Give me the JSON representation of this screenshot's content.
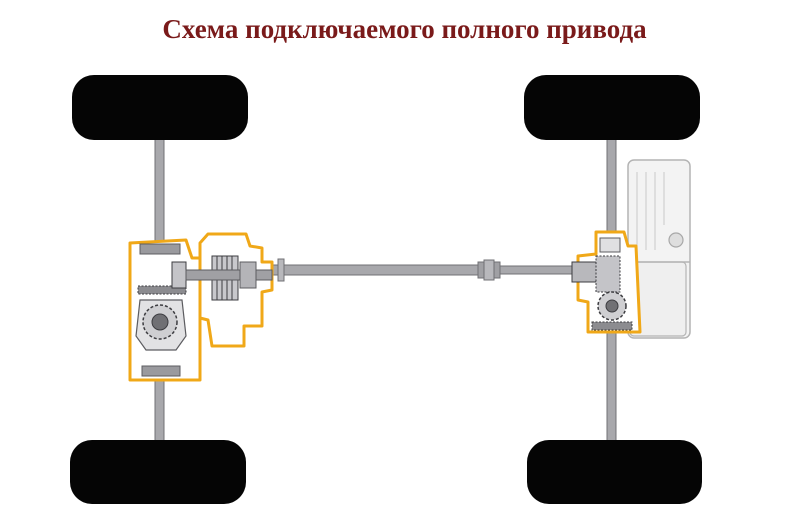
{
  "title": "Схема подключаемого полного привода",
  "colors": {
    "title": "#7a1a1a",
    "wheel": "#050505",
    "housing_outline": "#f0a818",
    "shaft": "#a8a8ac",
    "shaft_dark": "#707074",
    "engine_fill": "#f3f3f3",
    "engine_stroke": "#b4b4b4"
  },
  "components": [
    "front-left-wheel",
    "front-right-wheel",
    "rear-left-wheel",
    "rear-right-wheel",
    "left-axle",
    "right-axle",
    "rear-differential",
    "coupling",
    "propeller-shaft",
    "transfer-case",
    "front-differential",
    "engine"
  ]
}
